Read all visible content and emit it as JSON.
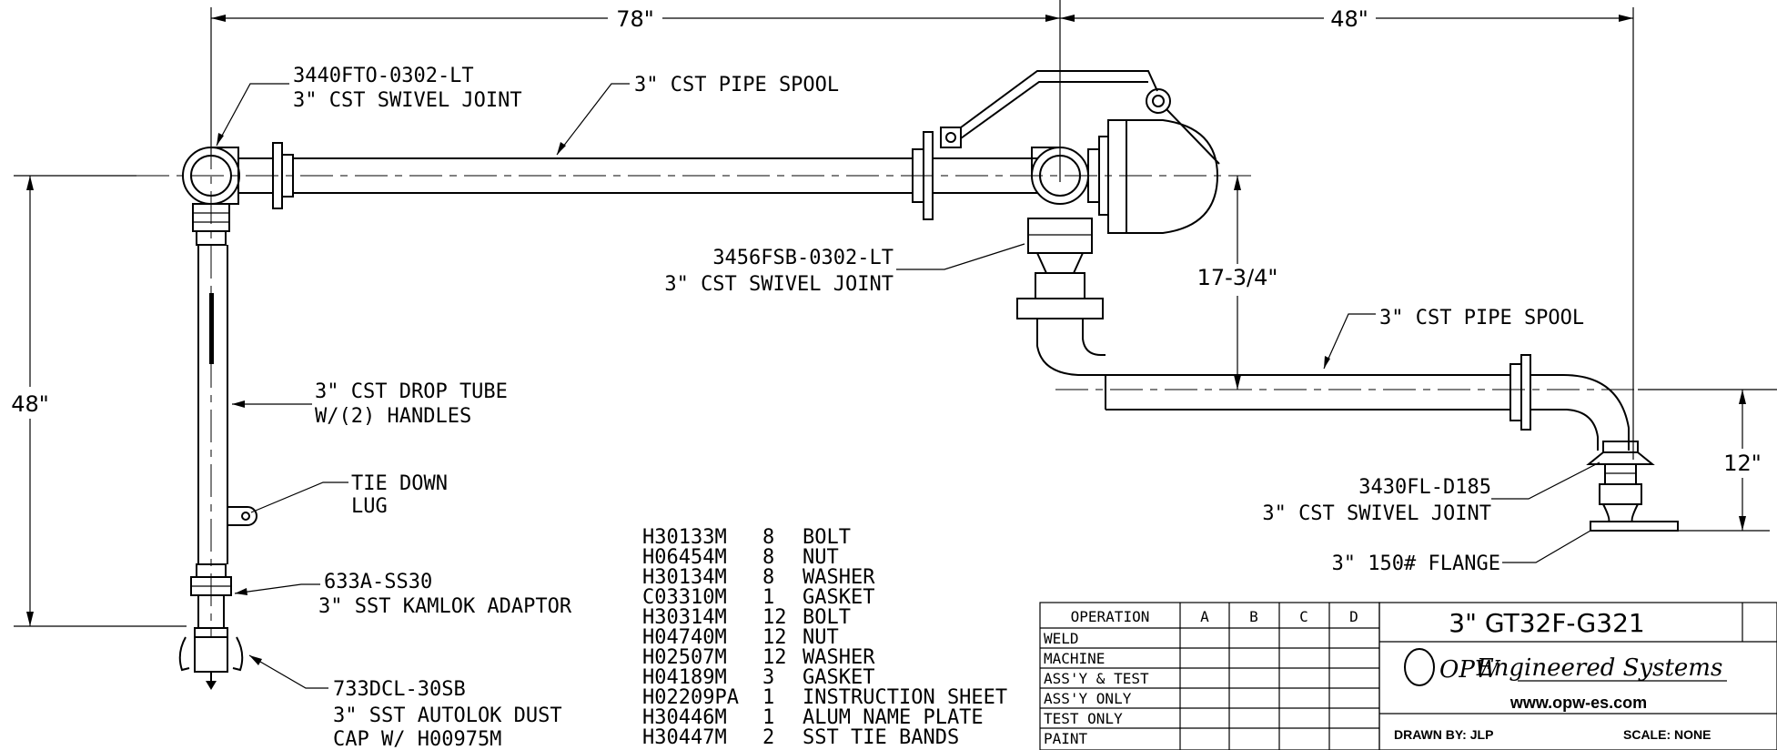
{
  "dimensions": {
    "top_left": "78\"",
    "top_right": "48\"",
    "left_height": "48\"",
    "mid_height": "17-3/4\"",
    "right_height": "12\""
  },
  "labels": {
    "swivel_top_left_1": "3440FTO-0302-LT",
    "swivel_top_left_2": "3\" CST SWIVEL JOINT",
    "pipe_spool_top": "3\" CST PIPE SPOOL",
    "swivel_mid_1": "3456FSB-0302-LT",
    "swivel_mid_2": "3\" CST SWIVEL JOINT",
    "pipe_spool_right": "3\" CST PIPE SPOOL",
    "drop_tube_1": "3\" CST DROP TUBE",
    "drop_tube_2": "W/(2) HANDLES",
    "tie_down_1": "TIE DOWN",
    "tie_down_2": "LUG",
    "kamlok_1": "633A-SS30",
    "kamlok_2": "3\" SST KAMLOK ADAPTOR",
    "dustcap_1": "733DCL-30SB",
    "dustcap_2": "3\" SST AUTOLOK DUST",
    "dustcap_3": "CAP W/ H00975M",
    "swivel_right_1": "3430FL-D185",
    "swivel_right_2": "3\" CST SWIVEL JOINT",
    "flange": "3\" 150# FLANGE"
  },
  "parts_list": [
    {
      "part": "H30133M",
      "qty": "8",
      "desc": "BOLT"
    },
    {
      "part": "H06454M",
      "qty": "8",
      "desc": "NUT"
    },
    {
      "part": "H30134M",
      "qty": "8",
      "desc": "WASHER"
    },
    {
      "part": "C03310M",
      "qty": "1",
      "desc": "GASKET"
    },
    {
      "part": "H30314M",
      "qty": "12",
      "desc": "BOLT"
    },
    {
      "part": "H04740M",
      "qty": "12",
      "desc": "NUT"
    },
    {
      "part": "H02507M",
      "qty": "12",
      "desc": "WASHER"
    },
    {
      "part": "H04189M",
      "qty": "3",
      "desc": "GASKET"
    },
    {
      "part": "H02209PA",
      "qty": "1",
      "desc": "INSTRUCTION SHEET"
    },
    {
      "part": "H30446M",
      "qty": "1",
      "desc": "ALUM NAME PLATE"
    },
    {
      "part": "H30447M",
      "qty": "2",
      "desc": "SST TIE BANDS"
    }
  ],
  "operations_table": {
    "headers": [
      "OPERATION",
      "A",
      "B",
      "C",
      "D"
    ],
    "rows": [
      "WELD",
      "MACHINE",
      "ASS'Y & TEST",
      "ASS'Y ONLY",
      "TEST ONLY",
      "PAINT"
    ]
  },
  "title_block": {
    "model": "3\" GT32F-G321",
    "brand_logo": "OPW",
    "brand_name": "Engineered Systems",
    "website": "www.opw-es.com",
    "drawn_by": "DRAWN BY: JLP",
    "scale": "SCALE: NONE"
  }
}
